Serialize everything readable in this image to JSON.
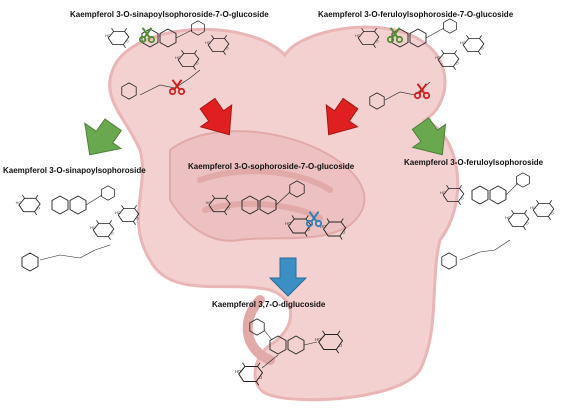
{
  "compounds": {
    "top_left": "Kaempferol 3-O-sinapoylsophoroside-7-O-glucoside",
    "top_right": "Kaempferol 3-O-feruloylsophoroside-7-O-glucoside",
    "mid_left": "Kaempferol 3-O-sinapoylsophoroside",
    "mid_center": "Kaempferol 3-O-sophoroside-7-O-glucoside",
    "mid_right": "Kaempferol 3-O-feruloylsophoroside",
    "bottom": "Kaempferol 3,7-O-diglucoside"
  },
  "colors": {
    "background_organ": "#f2c9c9",
    "organ_outline": "#e7a9a9",
    "arrow_green": "#6aa84f",
    "arrow_red": "#e02020",
    "arrow_blue": "#3c8fc4",
    "scissors_green": "#4f8f2f",
    "scissors_red": "#d11f1f",
    "scissors_blue": "#2f7fb6"
  },
  "icons": [
    "scissors-icon",
    "arrow-down-icon"
  ]
}
